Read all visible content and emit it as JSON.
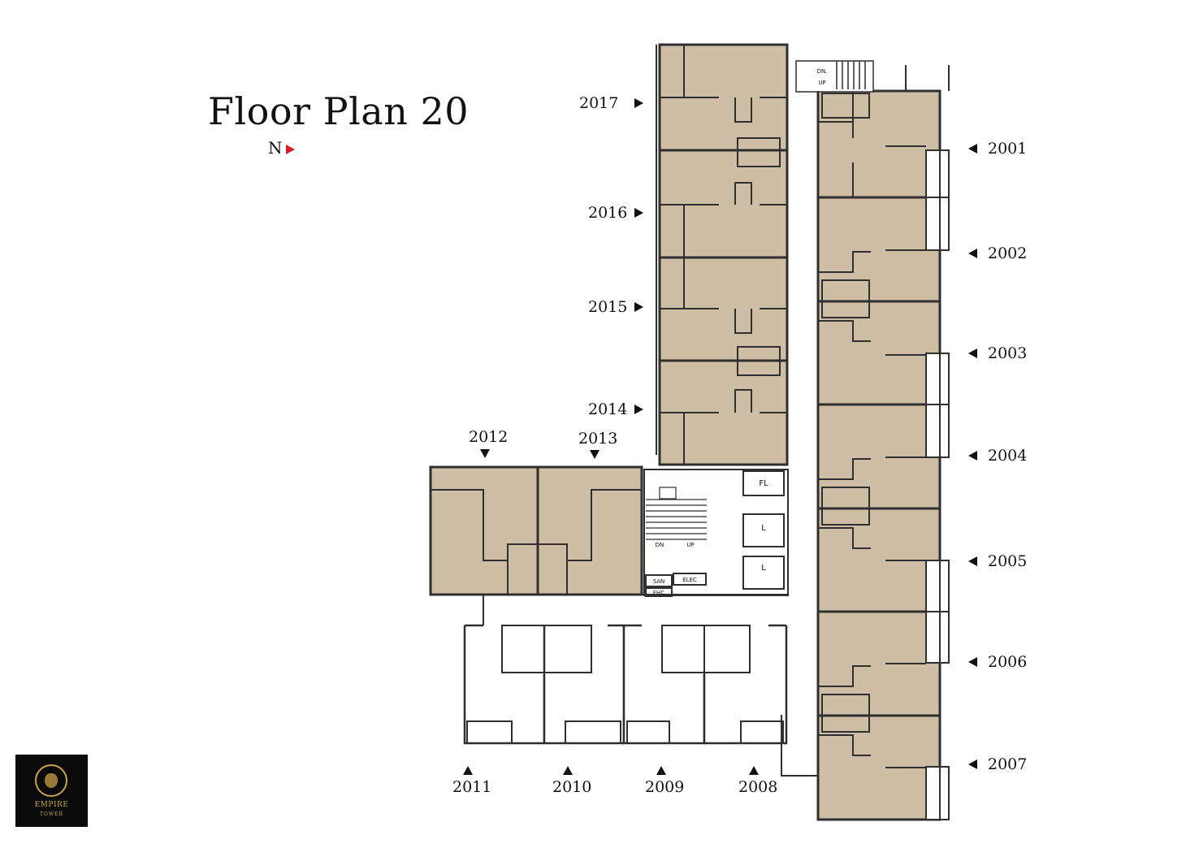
{
  "title": "Floor Plan 20",
  "north_label": "N",
  "units": {
    "u2001": "2001",
    "u2002": "2002",
    "u2003": "2003",
    "u2004": "2004",
    "u2005": "2005",
    "u2006": "2006",
    "u2007": "2007",
    "u2008": "2008",
    "u2009": "2009",
    "u2010": "2010",
    "u2011": "2011",
    "u2012": "2012",
    "u2013": "2013",
    "u2014": "2014",
    "u2015": "2015",
    "u2016": "2016",
    "u2017": "2017"
  },
  "core_labels": {
    "fl": "FL",
    "lift1": "L",
    "lift2": "L",
    "dn": "DN",
    "up": "UP",
    "san": "SAN",
    "elec": "ELEC",
    "fhc": "FHC",
    "stair_dn": "DN.",
    "stair_up": "UP"
  },
  "logo": {
    "brand": "EMPIRE",
    "sub": "TOWER"
  },
  "colors": {
    "unit_fill": "#cdbea5",
    "wall": "#3a3a3a",
    "accent": "#d81e1e"
  }
}
